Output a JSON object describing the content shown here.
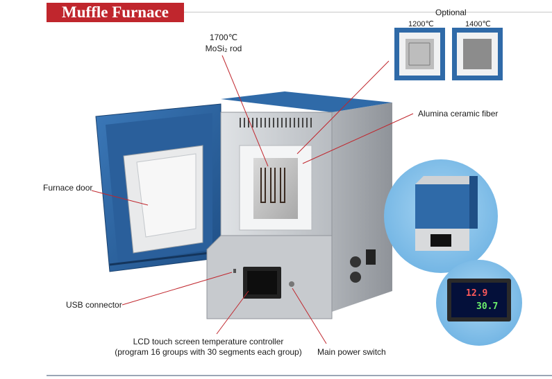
{
  "header": {
    "title": "Muffle Furnace"
  },
  "labels": {
    "optional": "Optional",
    "option_1200": "1200℃",
    "option_1400": "1400℃",
    "rod_temp": "1700℃",
    "rod_name": "MoSi₂ rod",
    "alumina": "Alumina ceramic fiber",
    "furnace_door": "Furnace door",
    "usb": "USB connector",
    "lcd_line1": "LCD touch screen temperature controller",
    "lcd_line2": "(program 16 groups with 30 segments each group)",
    "power_switch": "Main power switch"
  },
  "controller_display": {
    "reading_top": "12.9",
    "reading_bottom": "30.7"
  },
  "colors": {
    "banner": "#c0262d",
    "door_blue": "#2f6aa8",
    "body_gray": "#c9ccd0",
    "insulation": "#f2f3f4",
    "bubble": "#86c2ea"
  }
}
